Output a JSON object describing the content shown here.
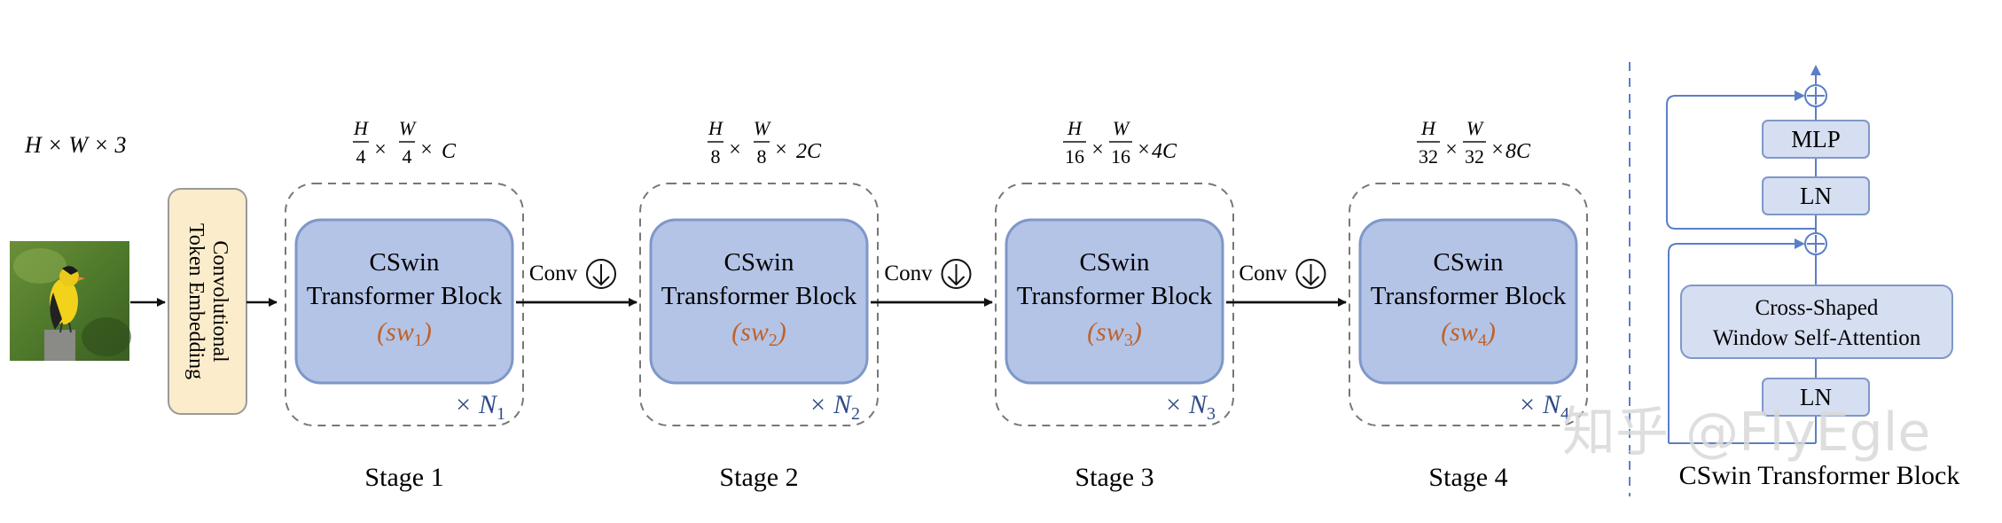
{
  "input": {
    "dims": "H × W × 3",
    "image_name": "goldfinch-bird-image"
  },
  "embedding": {
    "label_line1": "Convolutional",
    "label_line2": "Token Embedding"
  },
  "stages": [
    {
      "dim_num_h": "H",
      "dim_den_h": "4",
      "dim_num_w": "W",
      "dim_den_w": "4",
      "dim_c": "C",
      "block_line1": "CSwin",
      "block_line2": "Transformer Block",
      "sw_label": "(sw",
      "sw_sub": "1",
      "repeat": "× N",
      "repeat_sub": "1",
      "stage_label": "Stage 1"
    },
    {
      "dim_num_h": "H",
      "dim_den_h": "8",
      "dim_num_w": "W",
      "dim_den_w": "8",
      "dim_c": "2C",
      "block_line1": "CSwin",
      "block_line2": "Transformer Block",
      "sw_label": "(sw",
      "sw_sub": "2",
      "repeat": "× N",
      "repeat_sub": "2",
      "stage_label": "Stage 2"
    },
    {
      "dim_num_h": "H",
      "dim_den_h": "16",
      "dim_num_w": "W",
      "dim_den_w": "16",
      "dim_c": "4C",
      "block_line1": "CSwin",
      "block_line2": "Transformer Block",
      "sw_label": "(sw",
      "sw_sub": "3",
      "repeat": "× N",
      "repeat_sub": "3",
      "stage_label": "Stage 3"
    },
    {
      "dim_num_h": "H",
      "dim_den_h": "32",
      "dim_num_w": "W",
      "dim_den_w": "32",
      "dim_c": "8C",
      "block_line1": "CSwin",
      "block_line2": "Transformer Block",
      "sw_label": "(sw",
      "sw_sub": "4",
      "repeat": "× N",
      "repeat_sub": "4",
      "stage_label": "Stage 4"
    }
  ],
  "conv_label": "Conv",
  "block_detail": {
    "mlp": "MLP",
    "ln_top": "LN",
    "attention_line1": "Cross-Shaped",
    "attention_line2": "Window Self-Attention",
    "ln_bottom": "LN",
    "caption": "CSwin Transformer Block"
  },
  "watermark": "知乎 @FlyEgle",
  "colors": {
    "block_fill": "#b4c4e6",
    "block_stroke": "#7f97c9",
    "embed_fill": "#fbeccb",
    "embed_stroke": "#9a9a9a",
    "sw_text": "#c0622a",
    "repeat_text": "#2f4b86",
    "detail_line": "#5b7fc4",
    "dashed": "#777777"
  }
}
